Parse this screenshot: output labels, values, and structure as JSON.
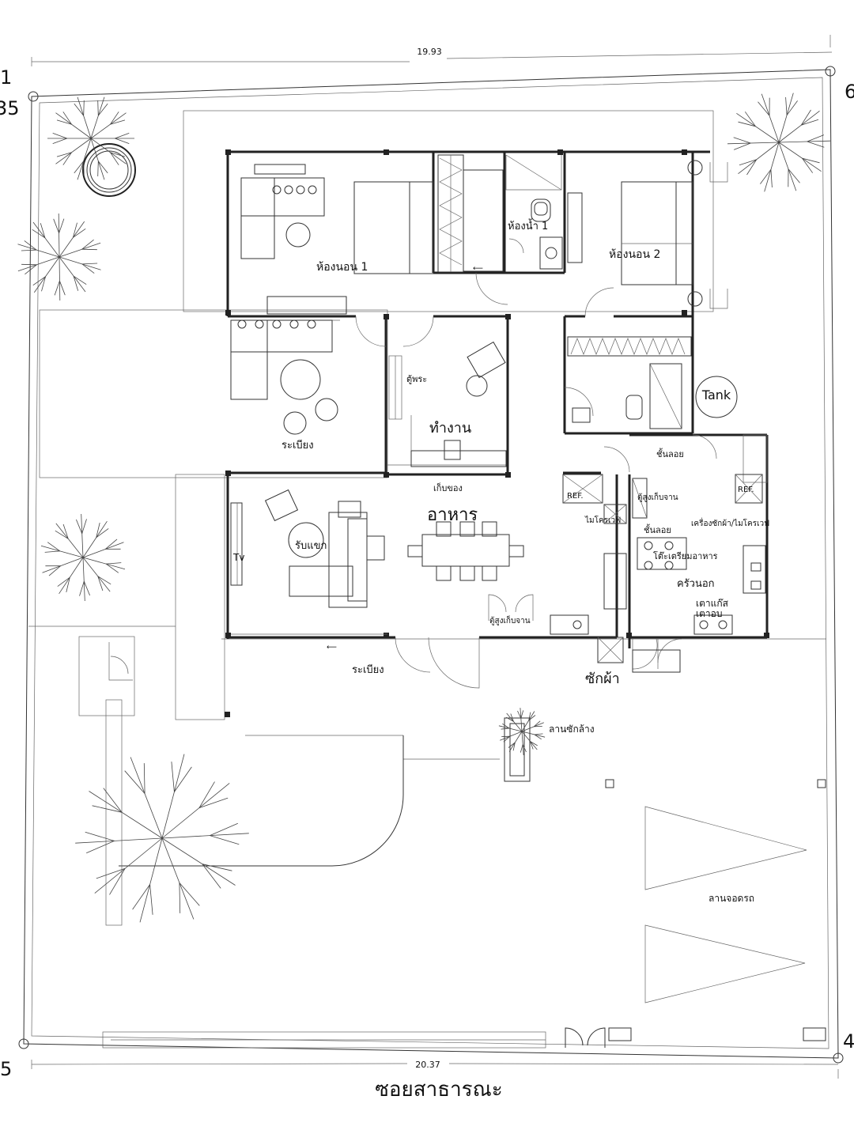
{
  "plot": {
    "top_dimension": "19.93",
    "bottom_dimension": "20.37",
    "street_name": "ซอยสาธารณะ",
    "corner_markers": [
      "1",
      "35",
      "6",
      "5",
      "4"
    ]
  },
  "rooms": {
    "bedroom1": "ห้องนอน 1",
    "bedroom2": "ห้องนอน 2",
    "bathroom1": "ห้องน้ำ 1",
    "tank": "Tank",
    "shrine": "ตู้พระ",
    "work": "ทำงาน",
    "terrace_upper": "ระเบียง",
    "storage": "เก็บของ",
    "dining": "อาหาร",
    "living": "รับแขก",
    "tv": "Tv",
    "terrace_lower": "ระเบียง",
    "shelf_top": "ชั้นลอย",
    "fridge_left": "REF.",
    "fridge_right": "REF.",
    "microwave": "ไมโครเวฟ",
    "dish_tall_cabinet": "ตู้สูงเก็บจาน",
    "shelf_mid": "ชั้นลอย",
    "washer_micro": "เครื่องซักผ้า/ไมโครเวฟ",
    "prep_table": "โต๊ะเตรียมอาหาร",
    "outdoor_kitchen": "ครัวนอก",
    "gas_stove": "เตาแก๊ส",
    "oven": "เตาอบ",
    "dish_cabinet": "ตู้สูงเก็บจาน",
    "laundry": "ซักผ้า",
    "wash_yard": "ลานซักล้าง",
    "parking": "ลานจอดรถ"
  }
}
